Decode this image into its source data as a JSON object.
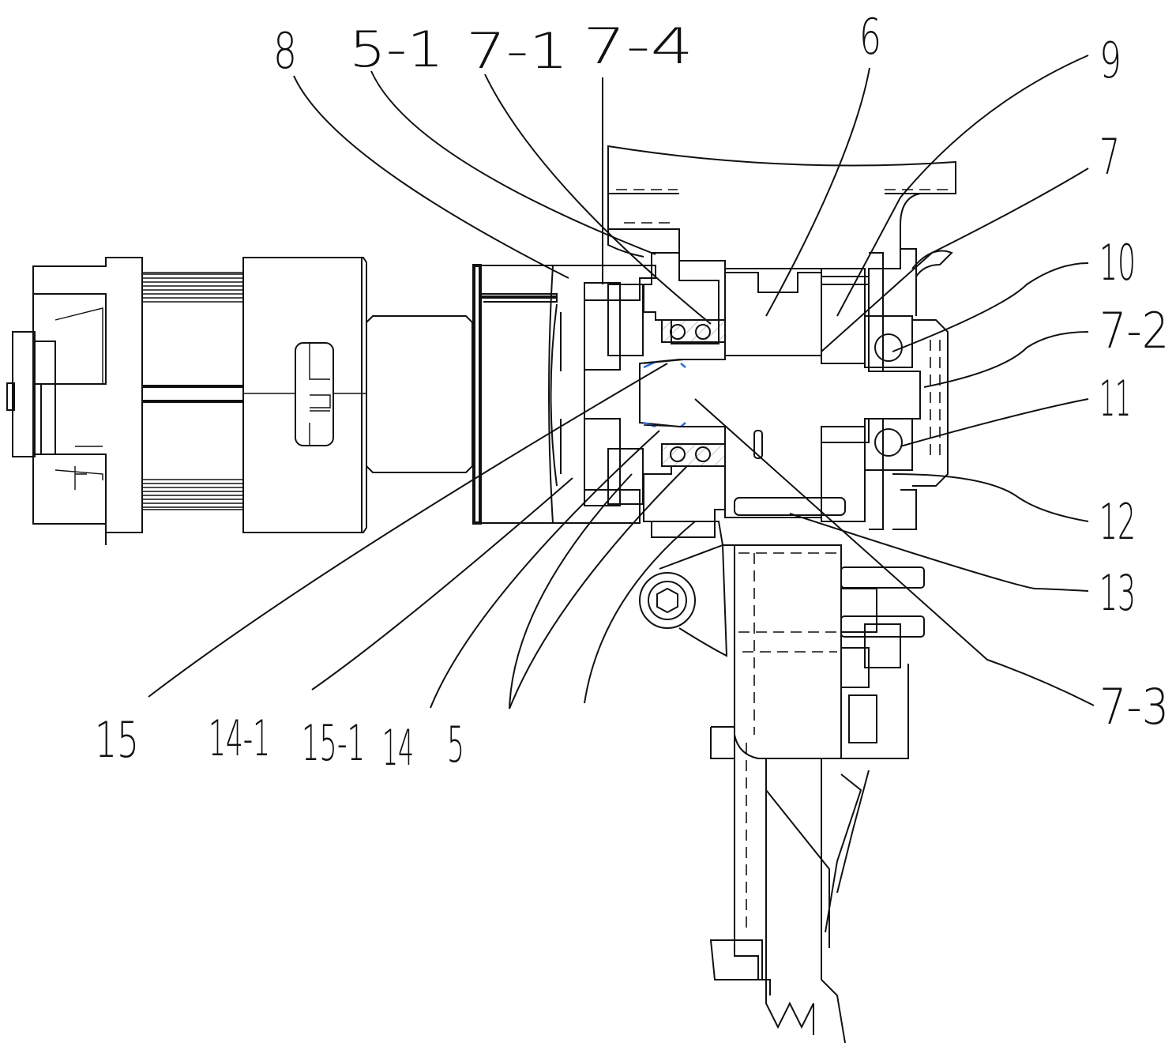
{
  "figure": {
    "type": "mechanical cross-section drawing",
    "line_color": "#111111",
    "background": "#ffffff",
    "accent_color": "#2a6fd6"
  },
  "callouts": [
    {
      "id": "8",
      "text": "8"
    },
    {
      "id": "5-1",
      "text": "5-1"
    },
    {
      "id": "7-1",
      "text": "7-1"
    },
    {
      "id": "7-4",
      "text": "7-4"
    },
    {
      "id": "6",
      "text": "6"
    },
    {
      "id": "9",
      "text": "9"
    },
    {
      "id": "7",
      "text": "7"
    },
    {
      "id": "10",
      "text": "10"
    },
    {
      "id": "7-2",
      "text": "7-2"
    },
    {
      "id": "11",
      "text": "11"
    },
    {
      "id": "12",
      "text": "12"
    },
    {
      "id": "13",
      "text": "13"
    },
    {
      "id": "7-3",
      "text": "7-3"
    },
    {
      "id": "15",
      "text": "15"
    },
    {
      "id": "14-1",
      "text": "14-1"
    },
    {
      "id": "15-1",
      "text": "15-1"
    },
    {
      "id": "14",
      "text": "14"
    },
    {
      "id": "5",
      "text": "5"
    }
  ]
}
